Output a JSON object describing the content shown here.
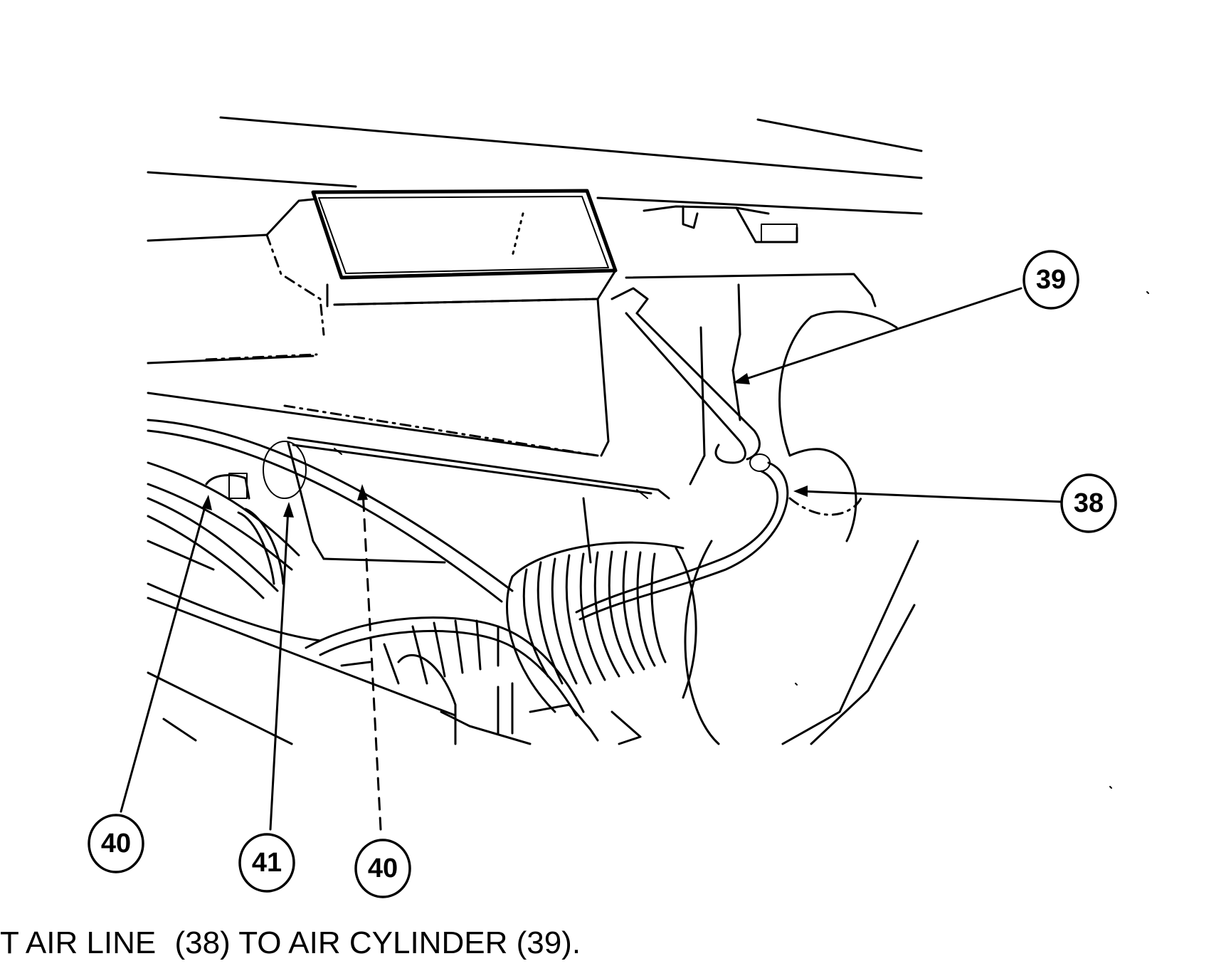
{
  "callouts": {
    "c39": "39",
    "c38": "38",
    "c40a": "40",
    "c41": "41",
    "c40b": "40"
  },
  "caption": {
    "part1": "T AIR LINE",
    "part2": "(38) TO AIR CYLINDER (39)."
  },
  "colors": {
    "ink": "#000000",
    "paper": "#ffffff"
  }
}
